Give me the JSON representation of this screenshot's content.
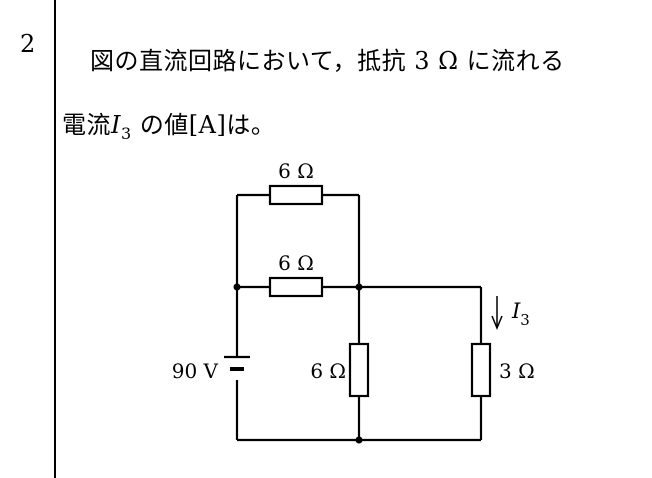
{
  "question": {
    "number": "2",
    "line1": "図の直流回路において，抵抗 3 Ω に流れる",
    "line2_prefix": "電流",
    "line2_var": "I",
    "line2_sub": "3",
    "line2_suffix": "の値[A]は。"
  },
  "circuit": {
    "r_top": "6 Ω",
    "r_middle": "6 Ω",
    "r_vertical": "6 Ω",
    "r_right": "3 Ω",
    "source": "90 V",
    "current_var": "I",
    "current_sub": "3"
  },
  "colors": {
    "ink": "#000000",
    "paper": "#ffffff"
  }
}
